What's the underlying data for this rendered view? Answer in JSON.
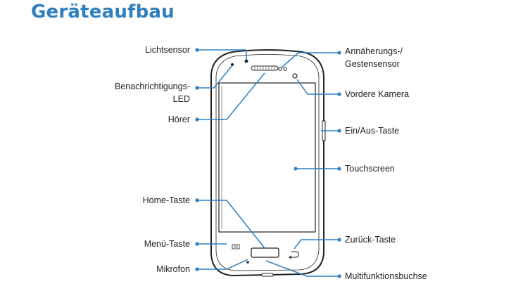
{
  "title": "Geräteaufbau",
  "accent_color": "#2f7fbf",
  "labels_left": {
    "lichtsensor": "Lichtsensor",
    "led_line1": "Benachrichtigungs-",
    "led_line2": "LED",
    "hoerer": "Hörer",
    "home": "Home-Taste",
    "menu": "Menü-Taste",
    "mikrofon": "Mikrofon"
  },
  "labels_right": {
    "naeherung_line1": "Annäherungs-/",
    "naeherung_line2": "Gestensensor",
    "kamera": "Vordere Kamera",
    "einaus": "Ein/Aus-Taste",
    "touchscreen": "Touchscreen",
    "zurueck": "Zurück-Taste",
    "multifunktion": "Multifunktionsbuchse"
  }
}
